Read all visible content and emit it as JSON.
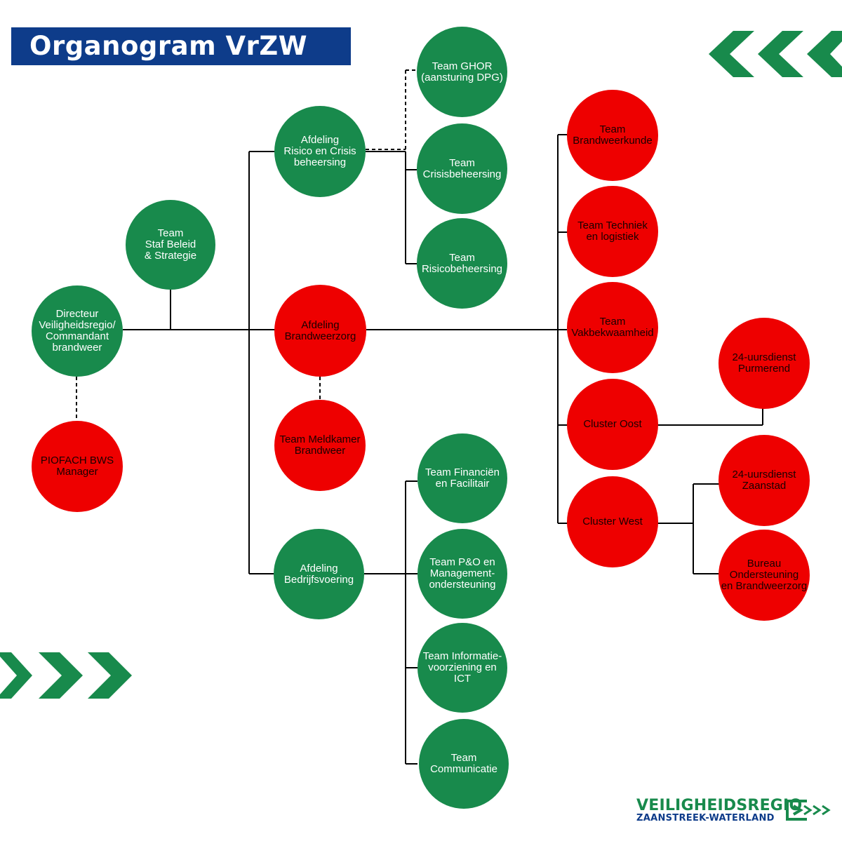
{
  "title": "Organogram VrZW",
  "logo": {
    "line1": "VEILIGHEIDSREGIO",
    "line2": "ZAANSTREEK-WATERLAND",
    "icon": "arrow-box-icon"
  },
  "decorations": {
    "top_right": "chevrons-left-icon",
    "bottom_left": "chevrons-right-icon"
  },
  "colors": {
    "green": "#188a4c",
    "red": "#ee0000",
    "navy": "#0e3c8a"
  },
  "nodes": {
    "directeur": "Directeur\nVeiligheidsregio/\nCommandant\nbrandweer",
    "piofach": "PIOFACH BWS\nManager",
    "staf": "Team\nStaf Beleid\n& Strategie",
    "risico": "Afdeling\nRisico en Crisis\nbeheersing",
    "brandweerzorg": "Afdeling\nBrandweerzorg",
    "meldkamer": "Team Meldkamer\nBrandweer",
    "bedrijfsvoering": "Afdeling\nBedrijfsvoering",
    "ghor": "Team GHOR\n(aansturing DPG)",
    "crisis": "Team\nCrisisbeheersing",
    "risicobeh": "Team\nRisicobeheersing",
    "financien": "Team Financiën\nen Facilitair",
    "po": "Team P&O en\nManagement-\nondersteuning",
    "ict": "Team Informatie-\nvoorziening en ICT",
    "communicatie": "Team\nCommunicatie",
    "brandweerkunde": "Team\nBrandweerkunde",
    "techniek": "Team Techniek\nen logistiek",
    "vakbekwaamheid": "Team\nVakbekwaamheid",
    "oost": "Cluster Oost",
    "west": "Cluster West",
    "purmerend": "24-uursdienst\nPurmerend",
    "zaanstad": "24-uursdienst\nZaanstad",
    "bureau": "Bureau\nOndersteuning\nen Brandweerzorg"
  }
}
